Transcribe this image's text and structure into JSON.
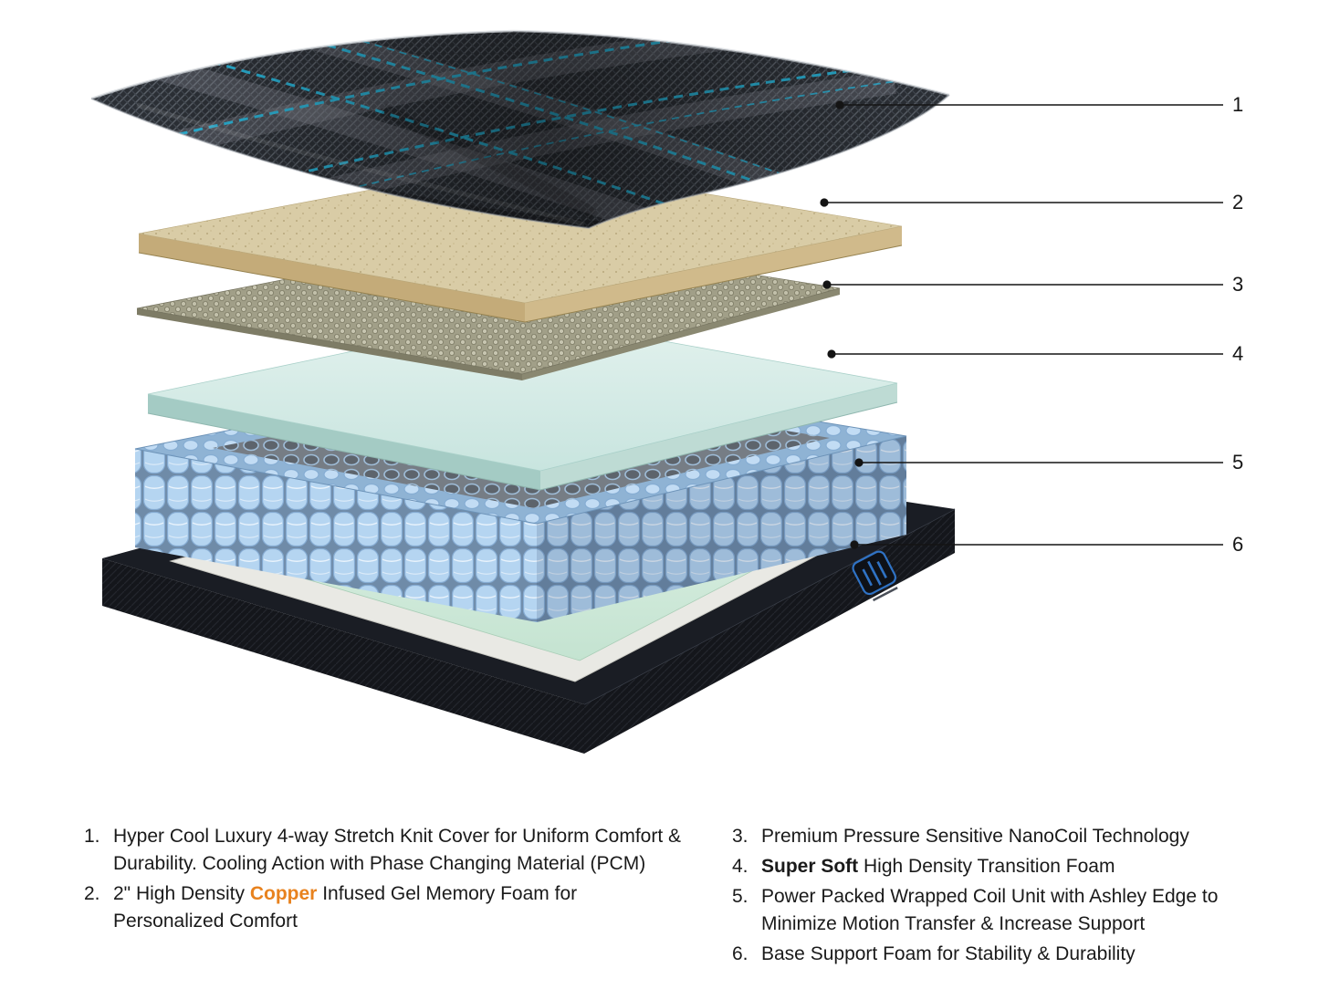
{
  "colors": {
    "accent_cyan": "#29b8dc",
    "copper_highlight": "#e8821e",
    "tan_foam": "#d8cba6",
    "transition_foam": "#d7ece8",
    "coil_blue": "#b5d5f1",
    "base_foam_green": "#cfe8d8"
  },
  "callouts": [
    {
      "label": "1",
      "target": "stretch-knit-cover"
    },
    {
      "label": "2",
      "target": "copper-gel-memory-foam"
    },
    {
      "label": "3",
      "target": "nanocoil-layer"
    },
    {
      "label": "4",
      "target": "transition-foam"
    },
    {
      "label": "5",
      "target": "wrapped-coil-unit"
    },
    {
      "label": "6",
      "target": "base-support-foam"
    }
  ],
  "legend": {
    "left": [
      {
        "number": "1.",
        "text": "Hyper Cool Luxury 4-way Stretch Knit Cover for Uniform Comfort &\nDurability. Cooling Action with Phase Changing Material (PCM)"
      },
      {
        "number": "2.",
        "pre": "2\" High Density ",
        "highlight": "Copper",
        "post": " Infused Gel Memory Foam for\nPersonalized Comfort"
      }
    ],
    "right": [
      {
        "number": "3.",
        "text": "Premium Pressure Sensitive NanoCoil Technology"
      },
      {
        "number": "4.",
        "bold": "Super Soft",
        "post": " High Density Transition Foam"
      },
      {
        "number": "5.",
        "text": "Power Packed Wrapped Coil Unit with Ashley Edge to\nMinimize Motion Transfer & Increase Support"
      },
      {
        "number": "6.",
        "text": "Base Support Foam for Stability & Durability"
      }
    ]
  }
}
